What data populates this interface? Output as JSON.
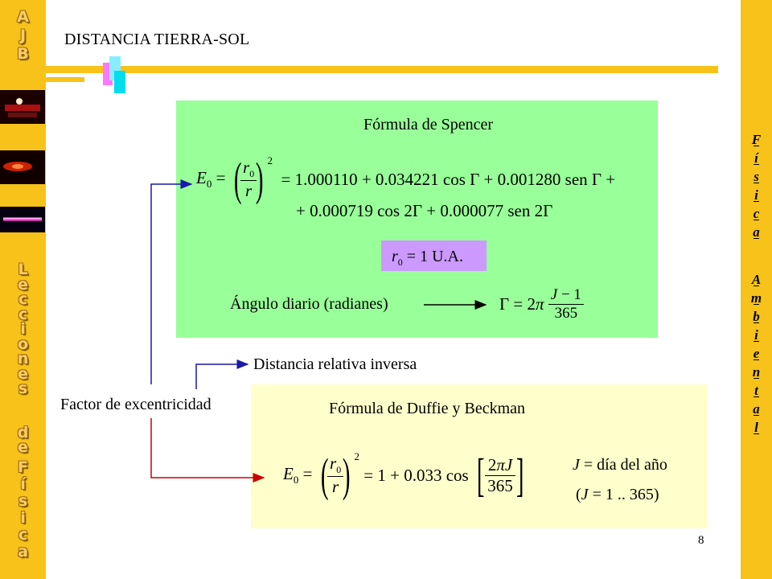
{
  "left_sidebar": {
    "top_letters": [
      "A",
      "J",
      "B"
    ],
    "middle_letters": [
      "L",
      "e",
      "c",
      "c",
      "i",
      "o",
      "n",
      "e",
      "s"
    ],
    "word_de": [
      "d",
      "e"
    ],
    "bottom_letters": [
      "F",
      "í",
      "s",
      "i",
      "c",
      "a"
    ]
  },
  "right_sidebar": {
    "word1": [
      "F",
      "í",
      "s",
      "i",
      "c",
      "a"
    ],
    "word2": [
      "A",
      "m",
      "b",
      "i",
      "e",
      "n",
      "t",
      "a",
      "l"
    ]
  },
  "header": {
    "title": "DISTANCIA TIERRA-SOL"
  },
  "spencer": {
    "heading": "Fórmula de Spencer",
    "formula_line1": "1.000110 + 0.034221 cos Γ + 0.001280 sen Γ +",
    "formula_line2": "+ 0.000719 cos 2Γ + 0.000077 sen 2Γ",
    "r0_value": " = 1 U.A.",
    "angle_label": "Ángulo diario (radianes)"
  },
  "labels": {
    "relative_distance": "Distancia relativa inversa",
    "eccentricity": "Factor de excentricidad"
  },
  "duffie": {
    "heading": "Fórmula de Duffie y Beckman",
    "formula_rest": "= 1 + 0.033 cos",
    "j_def": " = día del año",
    "j_range": " = 1 .. 365)"
  },
  "footer": {
    "page_number": "8"
  },
  "colors": {
    "sidebar": "#f7c21a",
    "green_box": "#99ff99",
    "yellow_box": "#ffffcc",
    "r0_box": "#cc99ff",
    "blue_arrow": "#1a1aa6",
    "red_arrow": "#cc0000"
  }
}
